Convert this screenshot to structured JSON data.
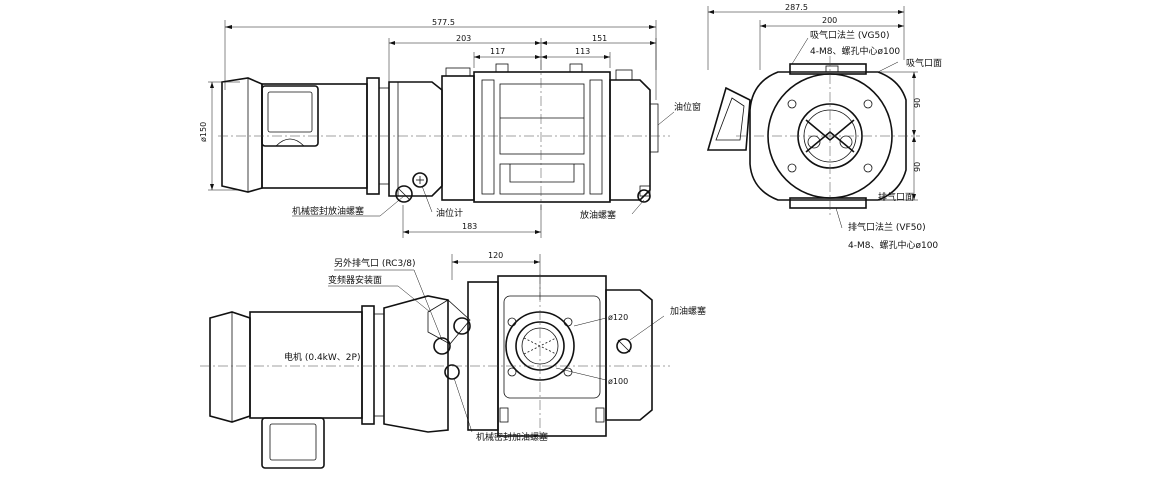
{
  "dimensions": {
    "overall_length": "577.5",
    "pump_length": "203",
    "right_section": "151",
    "left_center": "117",
    "right_center": "113",
    "height": "ø150",
    "lower_length": "183",
    "top_block": "120",
    "side_width": "287.5",
    "side_inner": "200",
    "bolt_circle_top": "90",
    "bolt_circle_bottom": "90",
    "flange_outer": "ø120",
    "flange_inner": "ø100"
  },
  "labels": {
    "oil_window": "油位窗",
    "mech_seal_drain": "机械密封放油螺塞",
    "oil_gauge": "油位计",
    "drain_plug": "放油螺塞",
    "intake_flange": "吸气口法兰 (VG50)",
    "intake_bolts": "4-M8、螺孔中心ø100",
    "intake_face": "吸气口面",
    "exhaust_face": "排气口面",
    "exhaust_flange": "排气口法兰 (VF50)",
    "exhaust_bolts": "4-M8、螺孔中心ø100",
    "extra_exhaust": "另外排气口 (RC3/8)",
    "inverter_face": "变频器安装面",
    "motor": "电机 (0.4kW、2P)",
    "oil_fill_plug": "加油螺塞",
    "mech_seal_fill": "机械密封加油螺塞"
  }
}
